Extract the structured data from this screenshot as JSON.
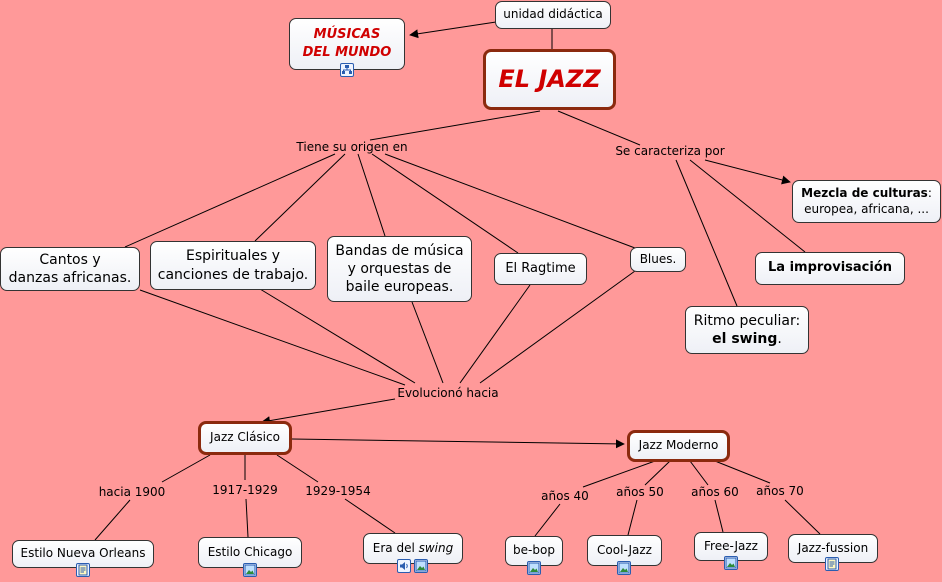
{
  "title": "EL JAZZ",
  "nodes": {
    "unidad": "unidad didáctica",
    "musicas_l1": "MÚSICAS",
    "musicas_l2": "DEL MUNDO",
    "cantos_l1": "Cantos y",
    "cantos_l2": "danzas africanas.",
    "espirituales_l1": "Espirituales y",
    "espirituales_l2": "canciones de trabajo.",
    "bandas_l1": "Bandas de música",
    "bandas_l2": "y orquestas de",
    "bandas_l3": "baile europeas.",
    "ragtime": "El Ragtime",
    "blues": "Blues.",
    "mezcla_bold": "Mezcla de culturas",
    "mezcla_colon": ":",
    "mezcla_l2": "europea, africana, ...",
    "improvisacion": "La improvisación",
    "ritmo_l1": "Ritmo peculiar:",
    "ritmo_bold": "el swing",
    "ritmo_dot": ".",
    "clasico": "Jazz Clásico",
    "moderno": "Jazz Moderno",
    "nueva_orleans": "Estilo Nueva Orleans",
    "chicago": "Estilo Chicago",
    "era_prefix": "Era del ",
    "era_swing": "swing",
    "bebop": "be-bop",
    "cooljazz": "Cool-Jazz",
    "freejazz": "Free-Jazz",
    "jazzfussion": "Jazz-fussion"
  },
  "links": {
    "origen": "Tiene su origen en",
    "caracteriza": "Se caracteriza por",
    "evoluciono": "Evolucionó hacia",
    "hacia1900": "hacia 1900",
    "p1917": "1917-1929",
    "p1929": "1929-1954",
    "anos40": "años 40",
    "anos50": "años 50",
    "anos60": "años 60",
    "anos70": "años 70"
  },
  "icons": {
    "musicas": "concept-map-icon",
    "nueva_orleans": "document-icon",
    "chicago": "image-icon",
    "era_swing_audio": "audio-icon",
    "era_swing_image": "image-icon",
    "bebop": "image-icon",
    "cooljazz": "image-icon",
    "freejazz": "image-icon",
    "jazzfussion": "document-icon"
  },
  "colors": {
    "background": "#ff9999",
    "title": "#d00000",
    "hub_border": "#8b2a0e",
    "line": "#000000"
  }
}
